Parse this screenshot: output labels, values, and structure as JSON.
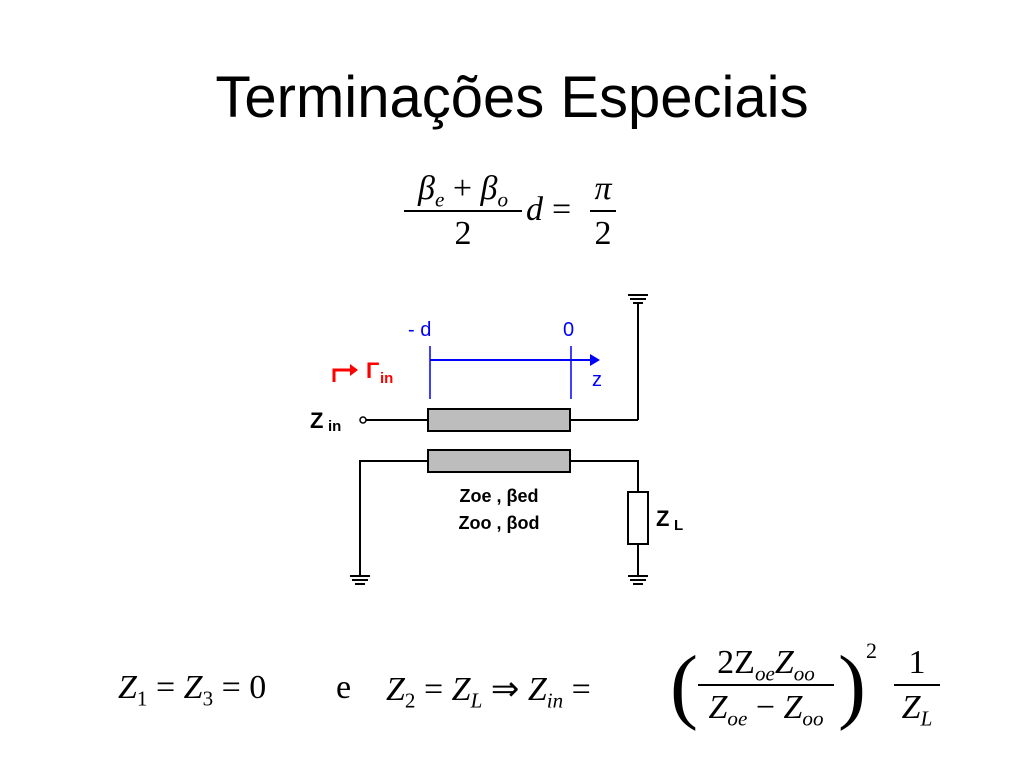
{
  "title": "Terminações Especiais",
  "equation1": {
    "num_beta": "β",
    "sub_e": "e",
    "plus": "+",
    "sub_o": "o",
    "den": "2",
    "d": "d",
    "equals": "=",
    "rhs_num": "π",
    "rhs_den": "2"
  },
  "diagram": {
    "minus_d": "- d",
    "zero": "0",
    "axis_label": "z",
    "gamma_in": "Γ",
    "gamma_in_sub": "in",
    "z_in": "Z",
    "z_in_sub": "in",
    "line_params_1": "Zoe , βed",
    "line_params_2": "Zoo , βod",
    "z_load": "Z",
    "z_load_sub": "L",
    "colors": {
      "axis": "#0000ff",
      "gamma": "#ff0000",
      "line_fill": "#bdbdbd"
    }
  },
  "equation2": {
    "z1": "Z",
    "z1_sub": "1",
    "eq_a": "=",
    "z3": "Z",
    "z3_sub": "3",
    "eq_b": "= 0",
    "e": "e",
    "z2": "Z",
    "z2_sub": "2",
    "eq_c": "=",
    "zl": "Z",
    "zl_sub": "L",
    "implies": "⇒",
    "zin": "Z",
    "zin_sub": "in",
    "eq_d": "=",
    "frac_num": "2Z",
    "num_sub1": "oe",
    "num_z2": "Z",
    "num_sub2": "oo",
    "den_z1": "Z",
    "den_sub1": "oe",
    "den_minus": "−",
    "den_z2": "Z",
    "den_sub2": "oo",
    "power": "2",
    "one": "1",
    "zl2": "Z",
    "zl2_sub": "L"
  }
}
